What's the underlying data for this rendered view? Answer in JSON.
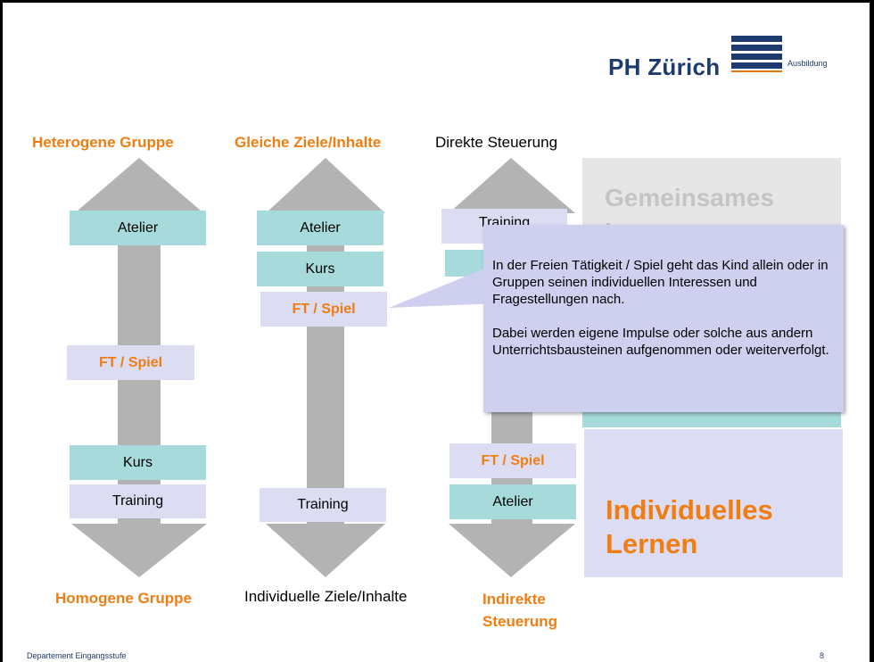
{
  "logo": {
    "name": "PH Zürich",
    "sub": "Ausbildung"
  },
  "columns": [
    {
      "top_label": "Heterogene Gruppe",
      "bottom_label": "Homogene Gruppe",
      "boxes": [
        "Atelier",
        "FT / Spiel",
        "Kurs",
        "Training"
      ]
    },
    {
      "top_label": "Gleiche Ziele/Inhalte",
      "bottom_label": "Individuelle Ziele/Inhalte",
      "boxes": [
        "Atelier",
        "Kurs",
        "FT / Spiel",
        "Training"
      ]
    },
    {
      "top_label": "Direkte Steuerung",
      "bottom_label_line1": "Indirekte",
      "bottom_label_line2": "Steuerung",
      "boxes": [
        "Training",
        "FT / Spiel",
        "Atelier"
      ]
    }
  ],
  "side": {
    "top_line1": "Gemeinsames",
    "top_line2": "Lernen",
    "bottom_line1": "Individuelles",
    "bottom_line2": "Lernen"
  },
  "callout": {
    "paragraph1": "In der Freien Tätigkeit / Spiel geht das Kind allein oder in Gruppen seinen individuellen Interessen und Fragestellungen nach.",
    "paragraph2": "Dabei werden eigene Impulse oder solche aus andern Unterrichtsbausteinen aufgenommen oder weiterverfolgt."
  },
  "footer": {
    "left": "Departement Eingangsstufe",
    "page": "8"
  },
  "colors": {
    "accent": "#f07d12",
    "brand": "#1d3b6e",
    "teal": "#a7dada",
    "lavender": "#dcdcf3",
    "arrow": "#b3b3b3"
  }
}
